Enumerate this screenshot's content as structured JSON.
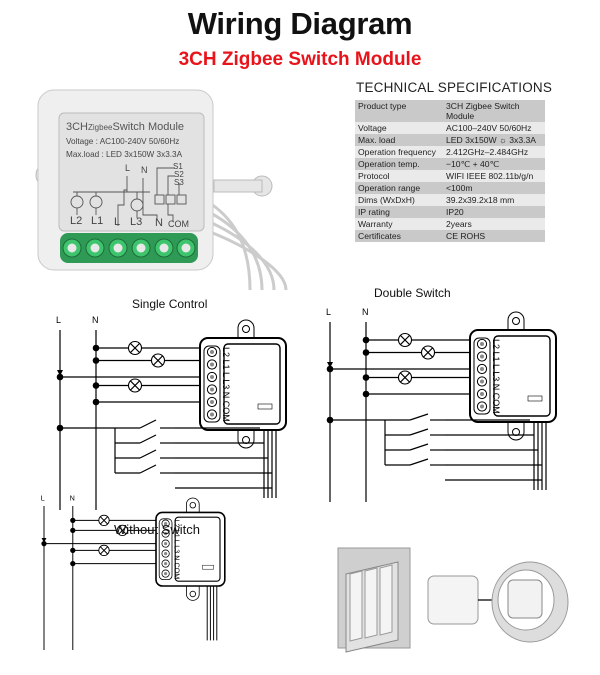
{
  "header": {
    "title": "Wiring Diagram",
    "subtitle": "3CH Zigbee Switch Module"
  },
  "specs": {
    "heading": "TECHNICAL SPECIFICATIONS",
    "rows": [
      {
        "label": "Product type",
        "value": "3CH  Zigbee Switch Module"
      },
      {
        "label": "Voltage",
        "value": "AC100–240V 50/60Hz"
      },
      {
        "label": "Max. load",
        "value": "LED 3x150W ☼ 3x3.3A"
      },
      {
        "label": "Operation frequency",
        "value": "2.412GHz–2.484GHz"
      },
      {
        "label": "Operation temp.",
        "value": "−10℃ + 40℃"
      },
      {
        "label": "Protocol",
        "value": "WIFI  IEEE 802.11b/g/n"
      },
      {
        "label": "Operation range",
        "value": "<100m"
      },
      {
        "label": "Dims (WxDxH)",
        "value": "39.2x39.2x18 mm"
      },
      {
        "label": "IP rating",
        "value": "IP20"
      },
      {
        "label": "Warranty",
        "value": "2years"
      },
      {
        "label": "Certificates",
        "value": "CE ROHS"
      }
    ]
  },
  "product": {
    "line1_a": "3CH",
    "line1_b": "Zigbee",
    "line1_c": "Switch Module",
    "voltage": "Voltage : AC100-240V 50/60Hz",
    "maxload": "Max.load : LED 3x150W   3x3.3A",
    "terminals": [
      "L2",
      "L1",
      "L",
      "L3",
      "N",
      "COM"
    ],
    "switch_labels": [
      "S1",
      "S2",
      "S3"
    ],
    "top_labels": [
      "L",
      "N"
    ],
    "terminal_color": "#3ec46d"
  },
  "diagrams": {
    "single": {
      "title": "Single Control"
    },
    "double": {
      "title": "Double Switch"
    },
    "none": {
      "title": "Without Switch"
    },
    "line_label": "L",
    "neutral_label": "N",
    "module_terminals": "L2 L1 L L3 N COM"
  }
}
